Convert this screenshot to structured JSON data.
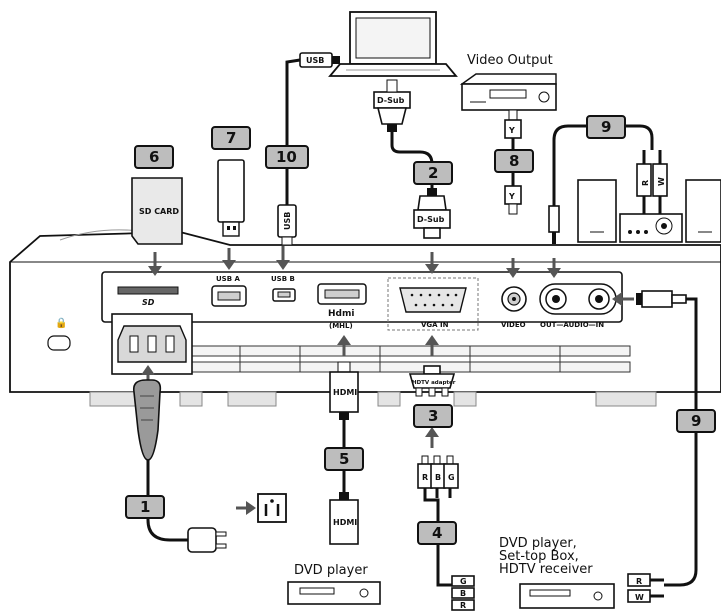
{
  "devices": {
    "video_output": "Video Output",
    "dvd_player_bottom": "DVD player",
    "dvd_multi_line1": "DVD player,",
    "dvd_multi_line2": "Set-top Box,",
    "dvd_multi_line3": "HDTV receiver",
    "sd_card": "SD CARD"
  },
  "ports": {
    "usb_a": "USB A",
    "usb_b": "USB B",
    "hdmi_logo": "Hdmi",
    "hdmi_mhl": "(MHL)",
    "vga_in": "VGA IN",
    "video": "VIDEO",
    "audio": "OUT—AUDIO—IN"
  },
  "connectors": {
    "usb_plug_top": "USB",
    "usb_plug_vertical": "USB",
    "dsub_top": "D-Sub",
    "dsub_bottom": "D-Sub",
    "hdtv_adapter": "HDTV adapter",
    "hdmi_top": "HDMI",
    "hdmi_bottom": "HDMI",
    "y_top": "Y",
    "y_bottom": "Y",
    "rca_r": "R",
    "rca_b": "B",
    "rca_g": "G",
    "audio_r_top": "R",
    "audio_w_top": "W",
    "audio_r_bottom": "R",
    "audio_w_bottom": "W",
    "dvd_g": "G",
    "dvd_b": "B",
    "dvd_r": "R"
  },
  "badges": {
    "b1": "1",
    "b2": "2",
    "b3": "3",
    "b4": "4",
    "b5": "5",
    "b6": "6",
    "b7": "7",
    "b8": "8",
    "b9a": "9",
    "b9b": "9",
    "b10": "10"
  }
}
